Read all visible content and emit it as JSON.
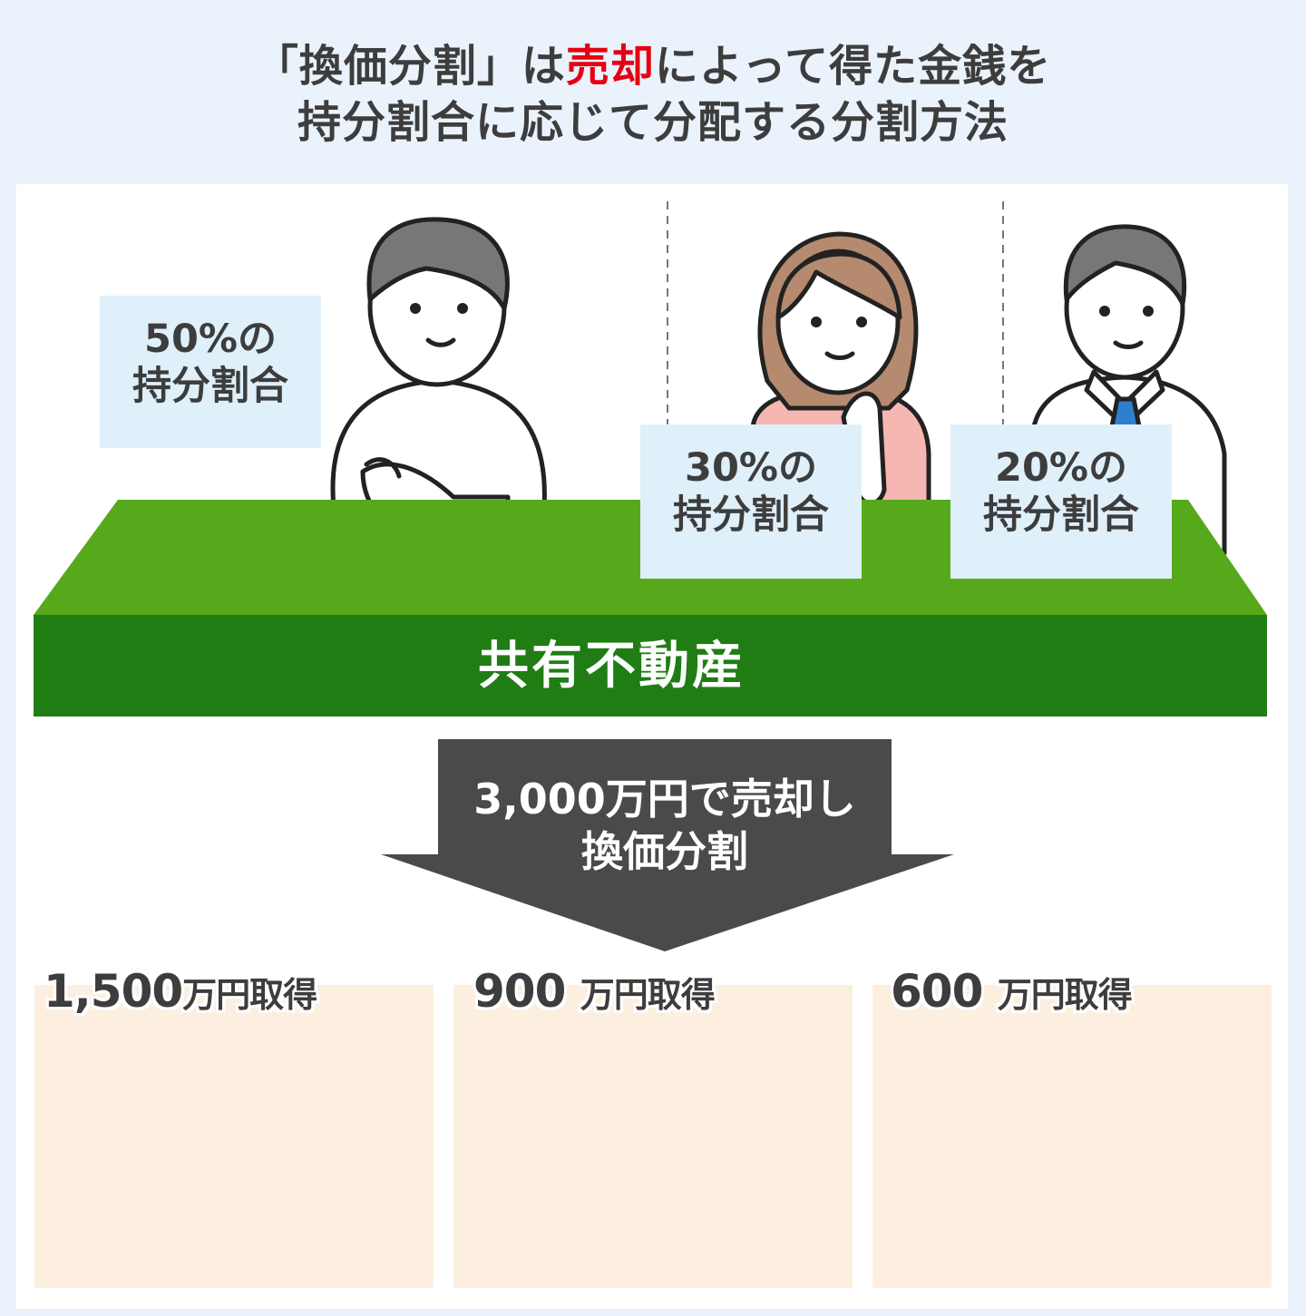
{
  "title": {
    "line1_pre": "「換価分割」は",
    "line1_accent": "売却",
    "line1_post": "によって得た金銭を",
    "line2": "持分割合に応じて分配する分割方法",
    "accent_color": "#e60012"
  },
  "owners": [
    {
      "share": "50%の",
      "label": "持分割合",
      "amount": "1,500",
      "unit": "万円取得",
      "icon": "man-casual-icon"
    },
    {
      "share": "30%の",
      "label": "持分割合",
      "amount": "900 ",
      "unit": "万円取得",
      "icon": "woman-icon"
    },
    {
      "share": "20%の",
      "label": "持分割合",
      "amount": "600 ",
      "unit": "万円取得",
      "icon": "man-suit-icon"
    }
  ],
  "property": {
    "label": "共有不動産",
    "color": "#2e8b1f"
  },
  "arrow": {
    "line1": "3,000万円で売却し",
    "line2": "換価分割"
  },
  "colors": {
    "bubble": "#dff0fb",
    "card": "#fcefdf",
    "arrow": "#4a4a4a",
    "background": "#eaf3fb"
  }
}
